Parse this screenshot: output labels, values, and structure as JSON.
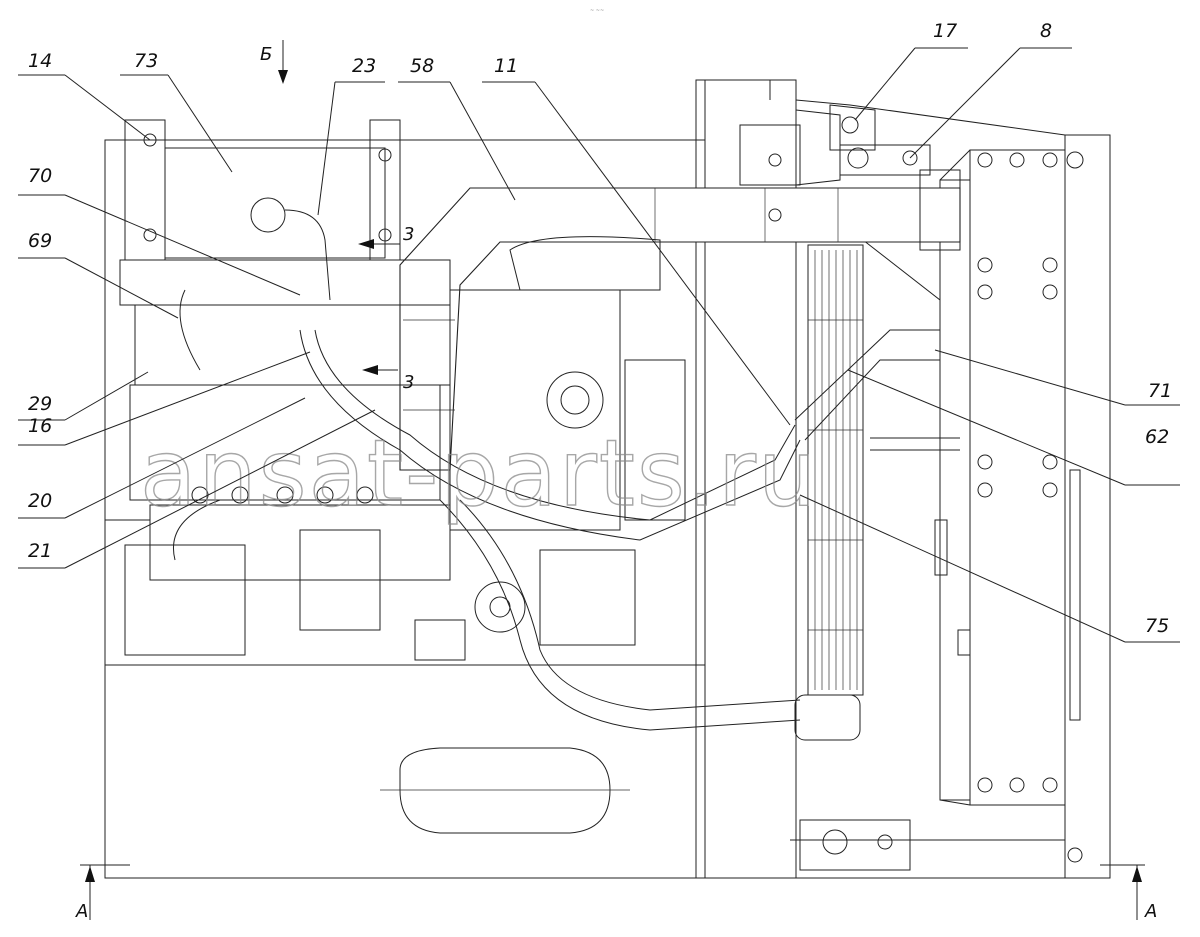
{
  "header_mark": "~ ~~",
  "watermark": "ansat-parts.ru",
  "view_labels": {
    "b_arrow": "Б",
    "z_upper": "3",
    "z_lower": "3",
    "a_left": "А",
    "a_right": "А"
  },
  "callouts": [
    {
      "id": "14",
      "label": "14"
    },
    {
      "id": "73",
      "label": "73"
    },
    {
      "id": "23",
      "label": "23"
    },
    {
      "id": "58",
      "label": "58"
    },
    {
      "id": "11",
      "label": "11"
    },
    {
      "id": "17",
      "label": "17"
    },
    {
      "id": "8",
      "label": "8"
    },
    {
      "id": "70",
      "label": "70"
    },
    {
      "id": "69",
      "label": "69"
    },
    {
      "id": "29",
      "label": "29"
    },
    {
      "id": "16",
      "label": "16"
    },
    {
      "id": "20",
      "label": "20"
    },
    {
      "id": "21",
      "label": "21"
    },
    {
      "id": "71",
      "label": "71"
    },
    {
      "id": "62",
      "label": "62"
    },
    {
      "id": "75",
      "label": "75"
    }
  ]
}
